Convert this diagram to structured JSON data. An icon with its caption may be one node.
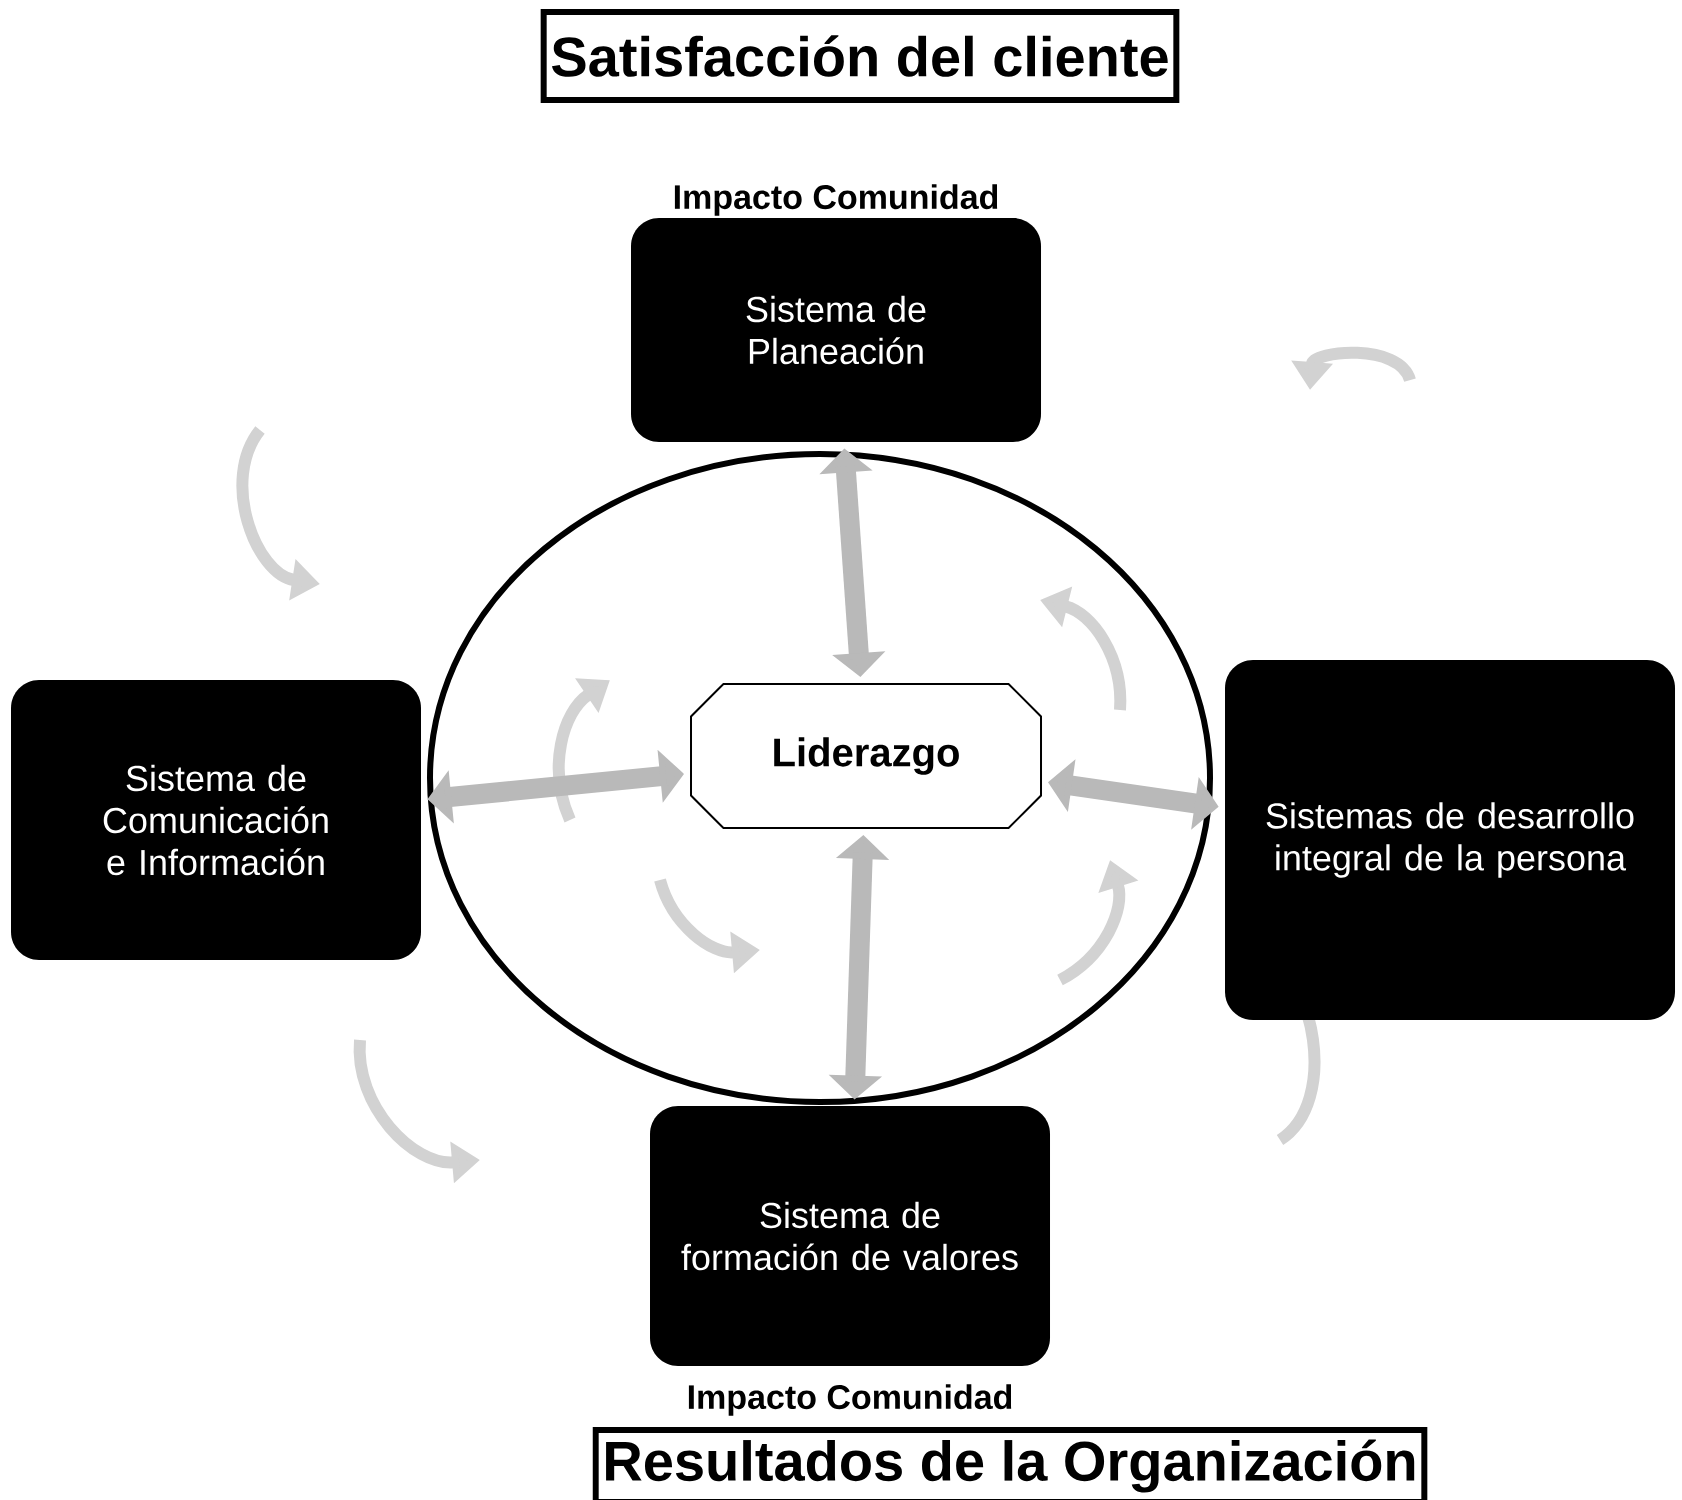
{
  "diagram": {
    "nodes": [
      {
        "text": [
          "Satisfacción del cliente"
        ]
      },
      {
        "text": [
          "Sistema de Planeación"
        ],
        "beside": [
          "Impacto Comunidad"
        ]
      },
      {
        "text": [],
        "shape": "circle"
      },
      {
        "text": [
          "Liderazgo"
        ],
        "in": 2
      },
      {
        "text": [
          "Sistema de Comunicación e Información"
        ]
      },
      {
        "text": [
          "Sistemas de desarrollo integral de la persona"
        ]
      },
      {
        "text": [
          "Sistema de formación de valores"
        ],
        "beside": [
          "Impacto Comunidad"
        ]
      },
      {
        "text": [
          "Resultados de la Organización"
        ]
      }
    ],
    "edges": [
      {
        "from": 1,
        "to": 3,
        "arrow": "both"
      },
      {
        "from": 4,
        "to": 3,
        "arrow": "both"
      },
      {
        "from": 3,
        "to": 5,
        "arrow": "both"
      },
      {
        "from": 3,
        "to": 6,
        "arrow": "both"
      }
    ]
  }
}
